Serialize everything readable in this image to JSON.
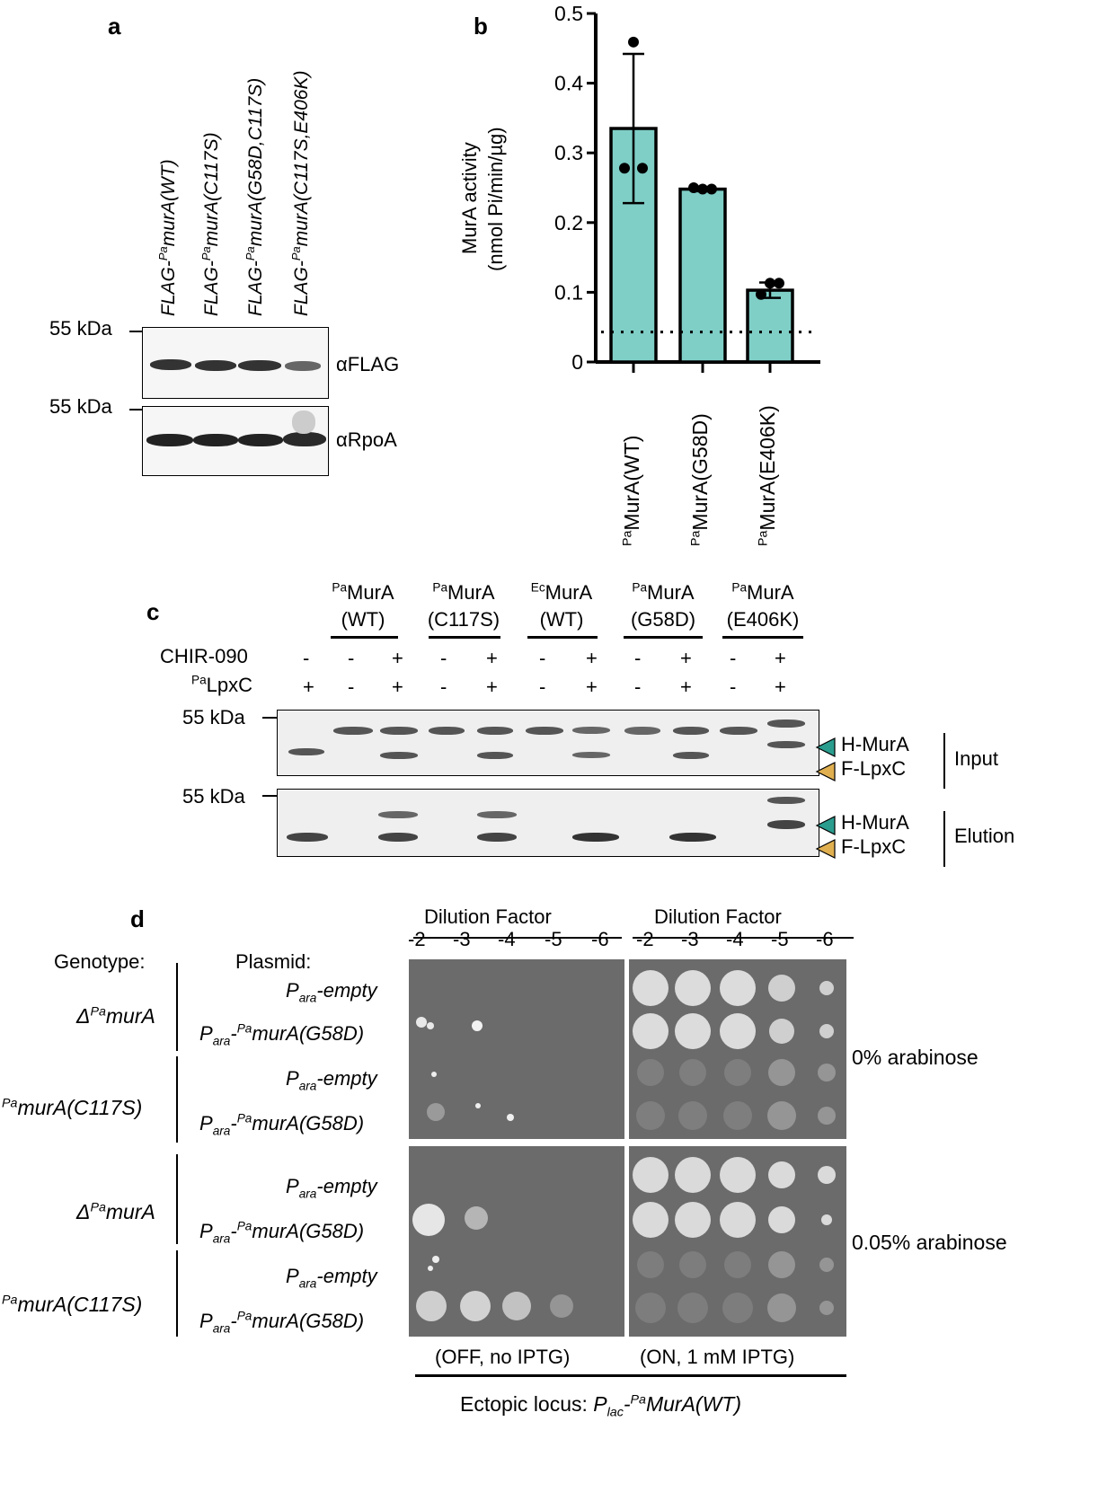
{
  "panels": {
    "a": "a",
    "b": "b",
    "c": "c",
    "d": "d"
  },
  "panel_a": {
    "lanes": [
      {
        "pre": "FLAG-",
        "sup": "Pa",
        "post": "murA(WT)"
      },
      {
        "pre": "FLAG-",
        "sup": "Pa",
        "post": "murA(C117S)"
      },
      {
        "pre": "FLAG-",
        "sup": "Pa",
        "post": "murA(G58D,C117S)"
      },
      {
        "pre": "FLAG-",
        "sup": "Pa",
        "post": "murA(C117S,E406K)"
      }
    ],
    "marker_top": "55 kDa",
    "marker_bottom": "55 kDa",
    "blot_top_label": "αFLAG",
    "blot_bottom_label": "αRpoA"
  },
  "chart_data": {
    "type": "bar",
    "ylabel_line1": "MurA activity",
    "ylabel_line2": "(nmol Pi/min/µg)",
    "ylim": [
      0,
      0.5
    ],
    "yticks": [
      "0",
      "0.1",
      "0.2",
      "0.3",
      "0.4",
      "0.5"
    ],
    "categories": [
      {
        "sup": "Pa",
        "label": "MurA(WT)"
      },
      {
        "sup": "Pa",
        "label": "MurA(G58D)"
      },
      {
        "sup": "Pa",
        "label": "MurA(E406K)"
      }
    ],
    "values": [
      0.335,
      0.248,
      0.103
    ],
    "errors": [
      0.107,
      0.003,
      0.011
    ],
    "points": [
      [
        0.459,
        0.278,
        0.278
      ],
      [
        0.248,
        0.25,
        0.248
      ],
      [
        0.113,
        0.097,
        0.113
      ]
    ],
    "baseline": 0.043,
    "bar_color": "#7fcfc7"
  },
  "panel_c": {
    "groups": [
      {
        "sup": "Pa",
        "name": "MurA",
        "variant": "(WT)"
      },
      {
        "sup": "Pa",
        "name": "MurA",
        "variant": "(C117S)"
      },
      {
        "sup": "Ec",
        "name": "MurA",
        "variant": "(WT)"
      },
      {
        "sup": "Pa",
        "name": "MurA",
        "variant": "(G58D)"
      },
      {
        "sup": "Pa",
        "name": "MurA",
        "variant": "(E406K)"
      }
    ],
    "row1_label": "CHIR-090",
    "row2_label_sup": "Pa",
    "row2_label": "LpxC",
    "row1_signs": [
      "-",
      "-",
      "+",
      "-",
      "+",
      "-",
      "+",
      "-",
      "+",
      "-",
      "+"
    ],
    "row2_signs": [
      "+",
      "-",
      "+",
      "-",
      "+",
      "-",
      "+",
      "-",
      "+",
      "-",
      "+"
    ],
    "marker_input": "55 kDa",
    "marker_elution": "55 kDa",
    "arrow_murA": "H-MurA",
    "arrow_lpxC": "F-LpxC",
    "section_input": "Input",
    "section_elution": "Elution",
    "teal": "#2a9d8f",
    "gold": "#e0b050"
  },
  "panel_d": {
    "dilution_header_left": "Dilution Factor",
    "dilution_header_right": "Dilution Factor",
    "genotype_header": "Genotype:",
    "plasmid_header": "Plasmid:",
    "dilutions": [
      "-2",
      "-3",
      "-4",
      "-5",
      "-6"
    ],
    "genotype_delta": "Δ",
    "genotype_delta_sup": "Pa",
    "genotype_delta_name": "murA",
    "genotype_c117s_sup": "Pa",
    "genotype_c117s_name": "murA(C117S)",
    "plasmid_p": "P",
    "plasmid_sub": "ara",
    "plasmid_empty": "-empty",
    "plasmid_g58d_sup": "Pa",
    "plasmid_g58d": "murA(G58D)",
    "condition_top": "0% arabinose",
    "condition_bottom": "0.05% arabinose",
    "caption_left": "(OFF, no IPTG)",
    "caption_right": "(ON, 1 mM IPTG)",
    "ectopic_prefix": "Ectopic locus: ",
    "ectopic_p": "P",
    "ectopic_sub": "lac",
    "ectopic_sup": "Pa",
    "ectopic_name": "MurA(WT)"
  }
}
